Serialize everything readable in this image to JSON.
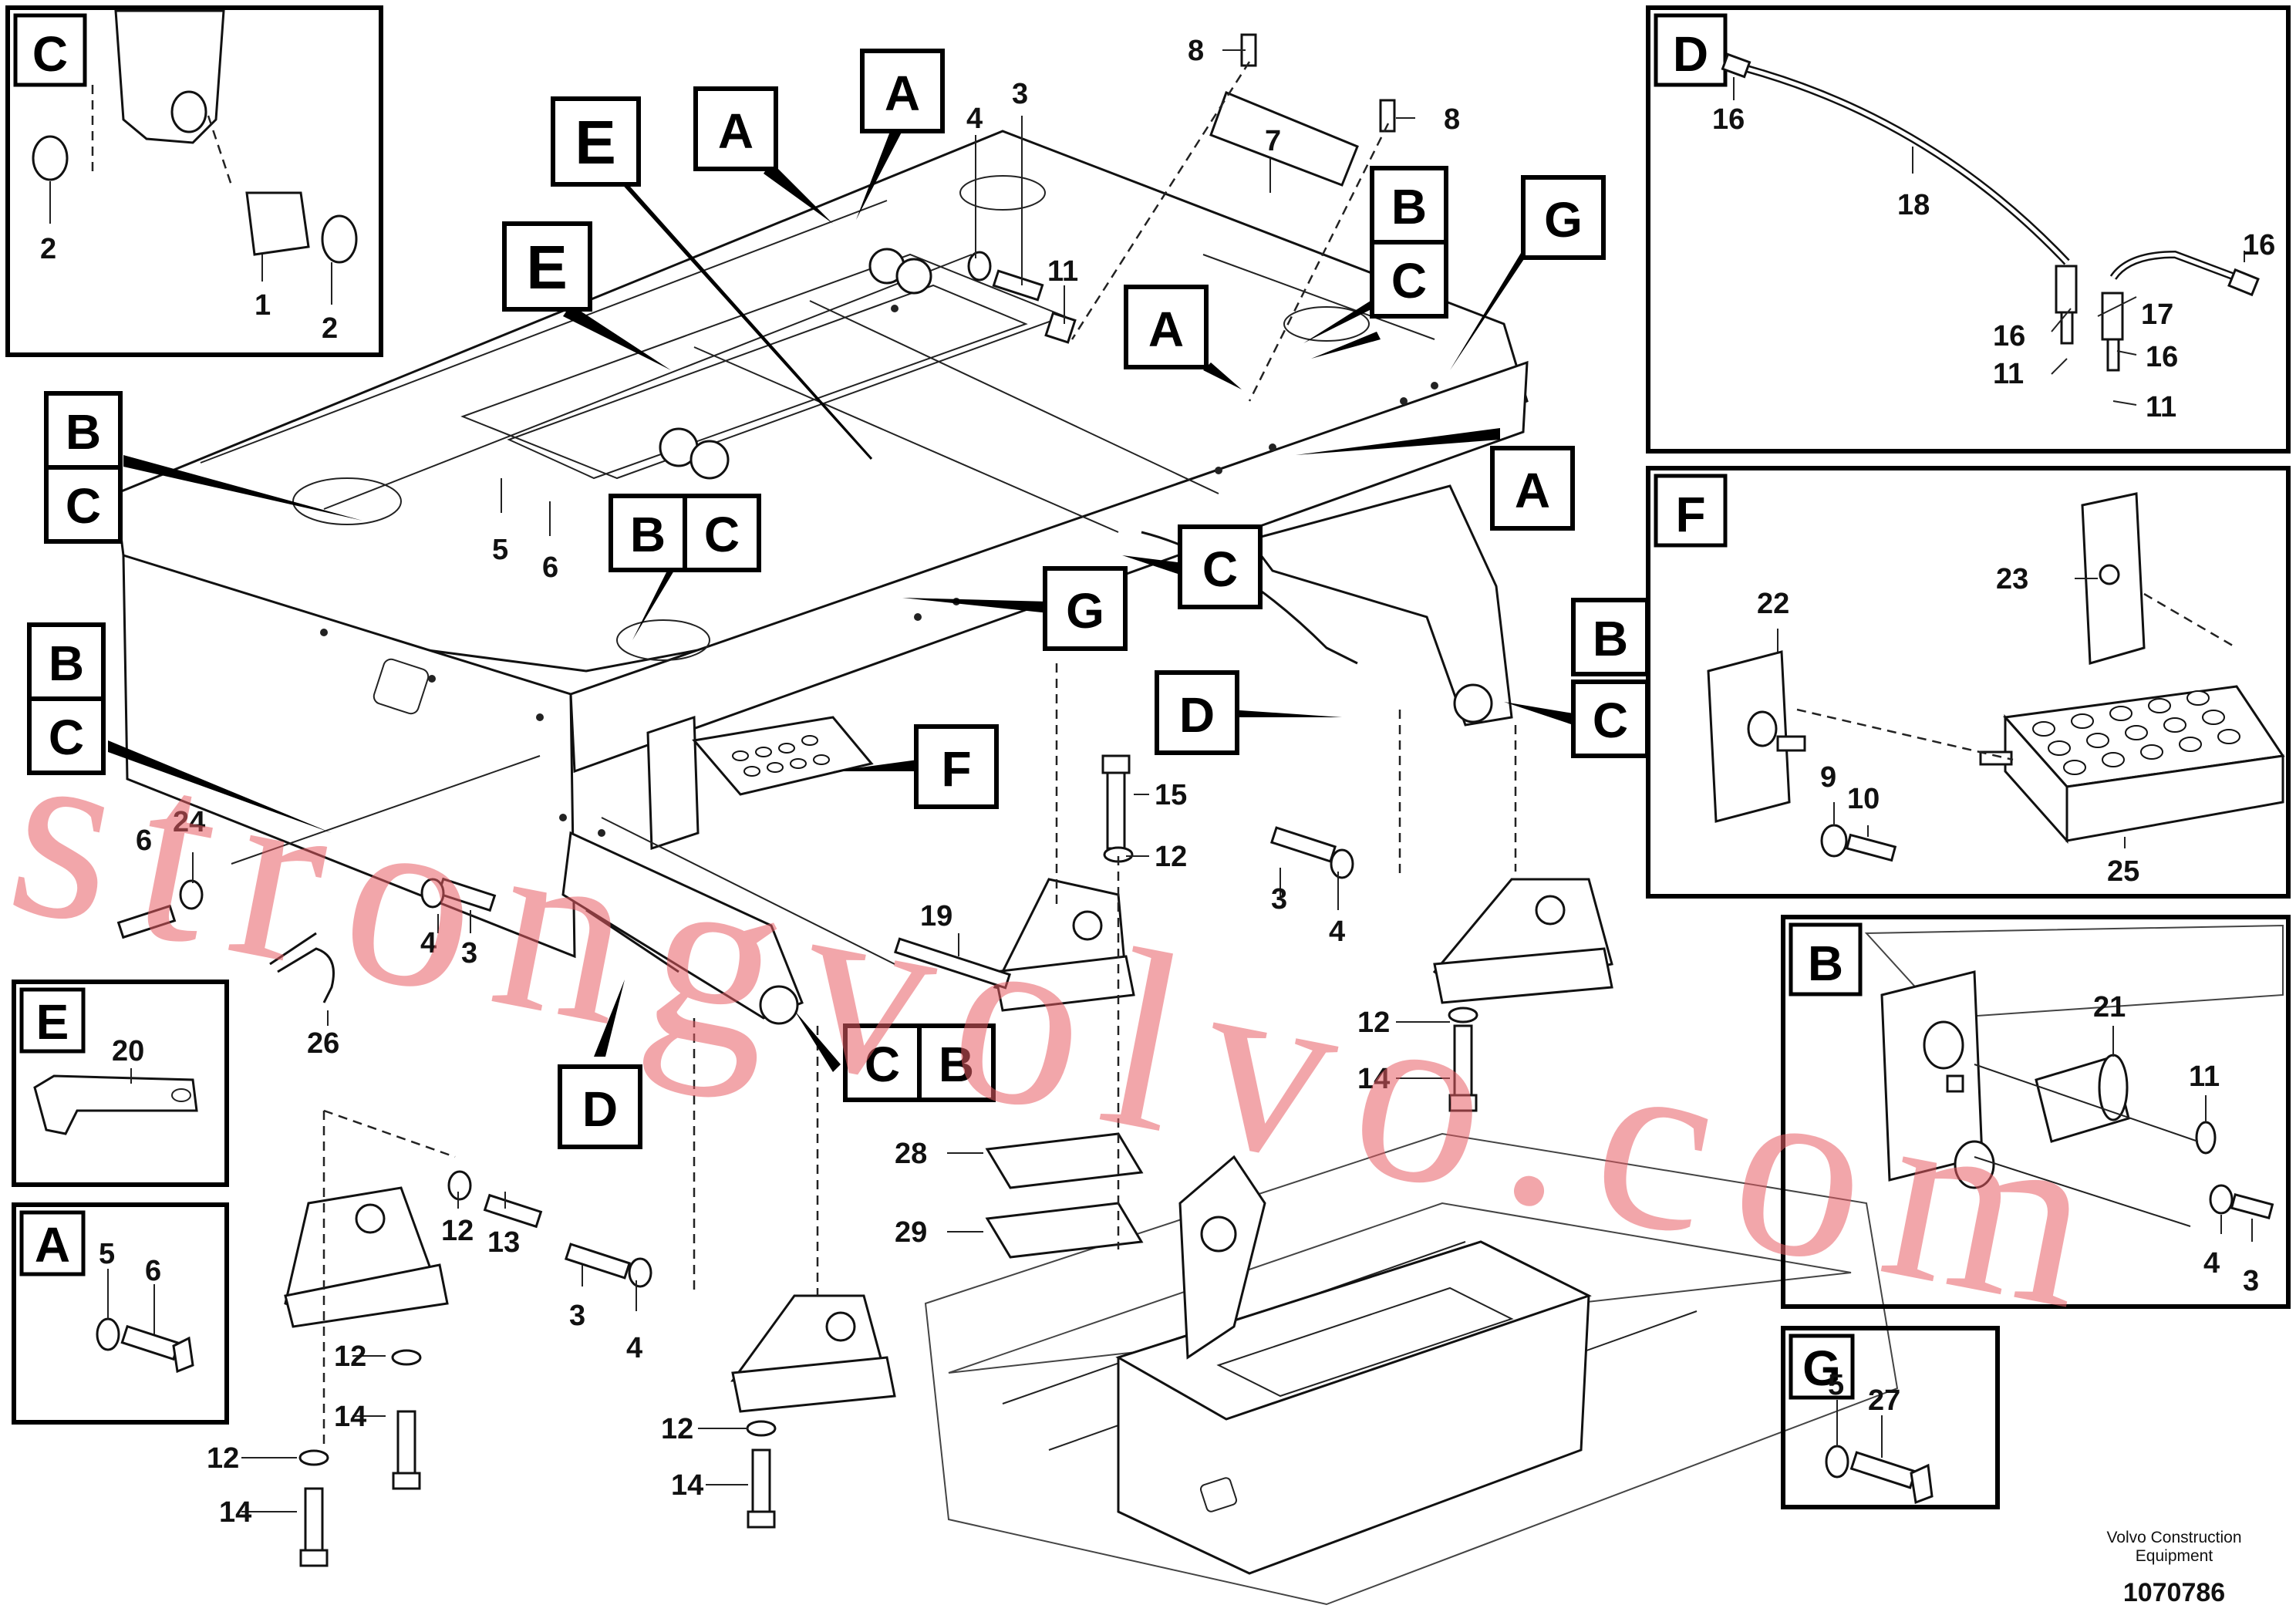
{
  "watermark": "strongvolvo.com",
  "footer": {
    "company_line1": "Volvo Construction",
    "company_line2": "Equipment",
    "drawing_number": "1070786"
  },
  "detail_panels": {
    "C": {
      "letter": "C",
      "parts": [
        "1",
        "2",
        "2"
      ]
    },
    "D": {
      "letter": "D",
      "parts": [
        "16",
        "18",
        "16",
        "17",
        "16",
        "16",
        "11",
        "11"
      ]
    },
    "F": {
      "letter": "F",
      "parts": [
        "22",
        "23",
        "9",
        "10",
        "25"
      ]
    },
    "B": {
      "letter": "B",
      "parts": [
        "21",
        "11",
        "4",
        "3"
      ]
    },
    "E": {
      "letter": "E",
      "parts": [
        "20"
      ]
    },
    "A": {
      "letter": "A",
      "parts": [
        "5",
        "6"
      ]
    },
    "G": {
      "letter": "G",
      "parts": [
        "5",
        "27"
      ]
    }
  },
  "callouts": [
    "E",
    "E",
    "A",
    "A",
    "A",
    "A",
    "B",
    "C",
    "G",
    "B",
    "C",
    "B",
    "C",
    "B",
    "C",
    "C",
    "G",
    "B",
    "C",
    "D",
    "F",
    "D",
    "C",
    "B"
  ],
  "part_labels": [
    "8",
    "8",
    "7",
    "4",
    "3",
    "11",
    "5",
    "6",
    "15",
    "12",
    "3",
    "4",
    "19",
    "6",
    "24",
    "4",
    "3",
    "26",
    "12",
    "14",
    "28",
    "29",
    "12",
    "13",
    "3",
    "4",
    "12",
    "14",
    "12",
    "14",
    "12",
    "14"
  ]
}
